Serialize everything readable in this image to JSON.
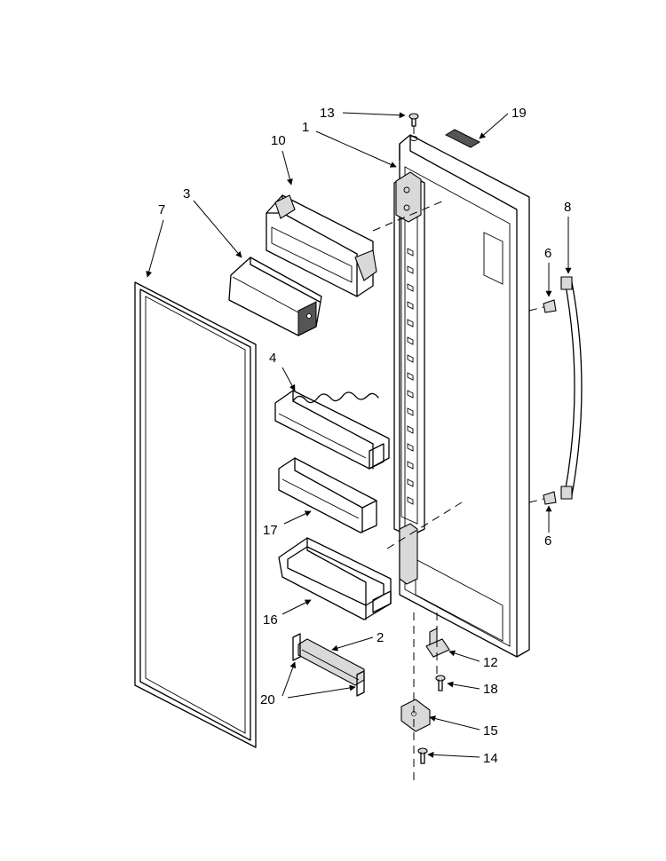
{
  "diagram": {
    "callouts": [
      {
        "id": "1",
        "text": "1"
      },
      {
        "id": "2",
        "text": "2"
      },
      {
        "id": "3",
        "text": "3"
      },
      {
        "id": "4",
        "text": "4"
      },
      {
        "id": "6a",
        "text": "6"
      },
      {
        "id": "6b",
        "text": "6"
      },
      {
        "id": "7",
        "text": "7"
      },
      {
        "id": "8",
        "text": "8"
      },
      {
        "id": "10",
        "text": "10"
      },
      {
        "id": "12",
        "text": "12"
      },
      {
        "id": "13",
        "text": "13"
      },
      {
        "id": "14",
        "text": "14"
      },
      {
        "id": "15",
        "text": "15"
      },
      {
        "id": "16",
        "text": "16"
      },
      {
        "id": "17",
        "text": "17"
      },
      {
        "id": "18",
        "text": "18"
      },
      {
        "id": "19",
        "text": "19"
      },
      {
        "id": "20",
        "text": "20"
      }
    ]
  }
}
